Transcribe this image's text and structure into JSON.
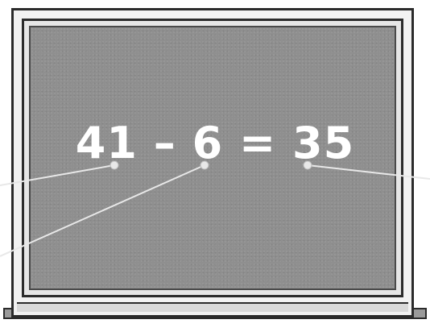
{
  "equation": {
    "minuend": "41",
    "minus_sign": "–",
    "subtrahend": "6",
    "equals_sign": "=",
    "difference": "35"
  },
  "colors": {
    "board": "#8f8f8f",
    "chalk": "#ffffff",
    "frame": "#f2f2f2",
    "outline": "#2b2b2b"
  }
}
